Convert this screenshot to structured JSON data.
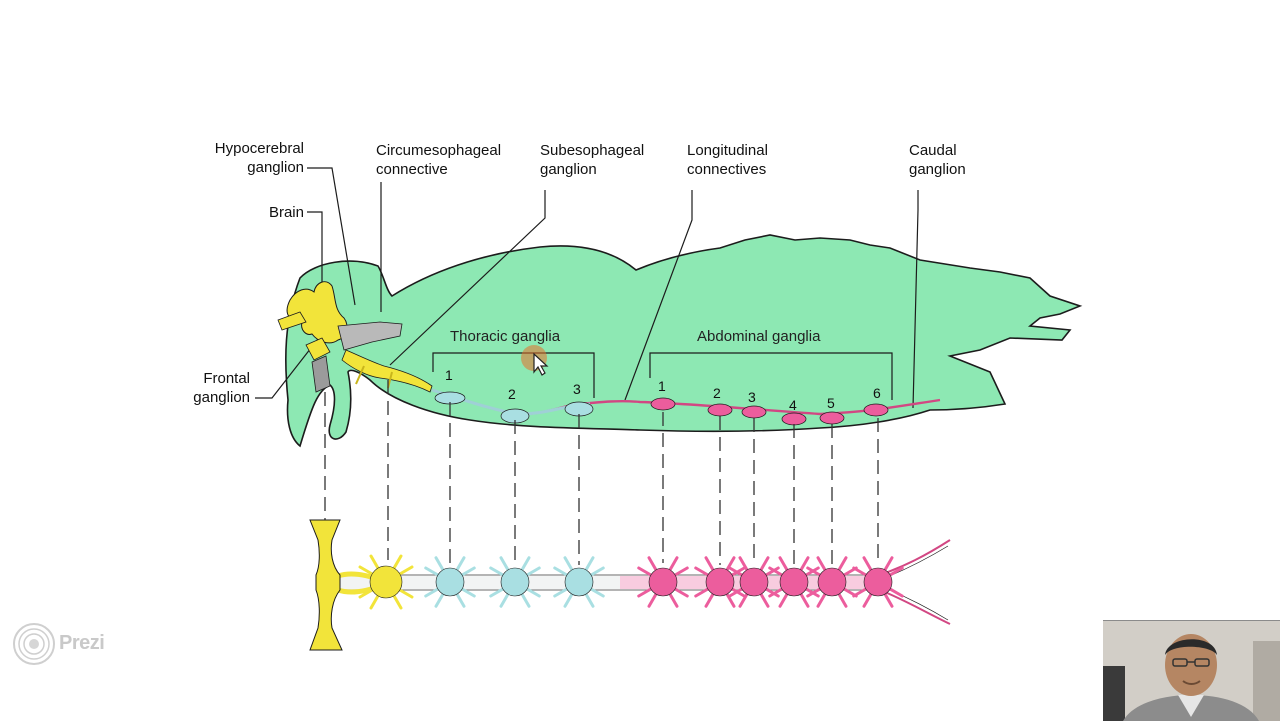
{
  "diagram": {
    "labels": {
      "hypocerebral": [
        "Hypocerebral",
        "ganglion"
      ],
      "brain": "Brain",
      "frontal": [
        "Frontal",
        "ganglion"
      ],
      "circumesophageal": [
        "Circumesophageal",
        "connective"
      ],
      "subesophageal": [
        "Subesophageal",
        "ganglion"
      ],
      "longitudinal": [
        "Longitudinal",
        "connectives"
      ],
      "caudal": [
        "Caudal",
        "ganglion"
      ]
    },
    "groups": {
      "thoracic": "Thoracic ganglia",
      "abdominal": "Abdominal ganglia"
    },
    "thoracic_numbers": [
      "1",
      "2",
      "3"
    ],
    "abdominal_numbers": [
      "1",
      "2",
      "3",
      "4",
      "5",
      "6"
    ],
    "colors": {
      "body": "#8de8b3",
      "outline": "#1c1c1c",
      "head_nervous": "#f2e43a",
      "thoracic": "#a9dfe2",
      "abdominal": "#ec5d9d"
    }
  },
  "watermark": {
    "brand": "Prezi",
    "icon": "prezi-logo-icon"
  },
  "webcam": {
    "icon": "presenter-video-icon"
  }
}
